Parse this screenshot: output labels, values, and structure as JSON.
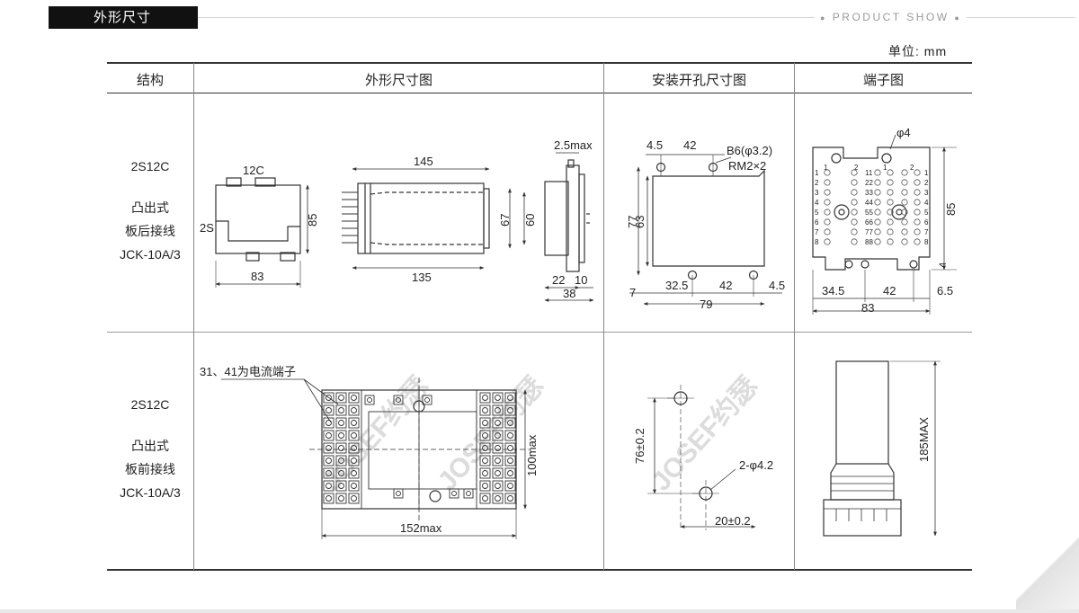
{
  "header": {
    "section_title": "外形尺寸",
    "product_show": "PRODUCT SHOW"
  },
  "unit_label": "单位:  mm",
  "table": {
    "columns": [
      "结构",
      "外形尺寸图",
      "安装开孔尺寸图",
      "端子图"
    ],
    "rows": [
      {
        "model": "2S12C",
        "mount": "凸出式",
        "wiring": "板后接线",
        "code": "JCK-10A/3"
      },
      {
        "model": "2S12C",
        "mount": "凸出式",
        "wiring": "板前接线",
        "code": "JCK-10A/3"
      }
    ]
  },
  "drawings": {
    "row1_outline": {
      "front_top_label": "12C",
      "front_side_label": "2S",
      "front_height": "85",
      "front_width": "83",
      "side_top_len": "145",
      "side_bottom_len": "135",
      "side_height_a": "67",
      "side_height_b": "60",
      "end_top": "2.5max",
      "end_b1": "22",
      "end_b2": "10",
      "end_b3": "38"
    },
    "row1_cutout": {
      "d1": "4.5",
      "d2": "42",
      "hole_note1": "B6(φ3.2)",
      "hole_note2": "RM2×2",
      "h_outer": "77",
      "h_inner": "63",
      "b_left": "7",
      "b1": "32.5",
      "b2": "42",
      "b3": "4.5",
      "b_total": "79"
    },
    "row1_terminal": {
      "phi": "φ4",
      "height": "85",
      "d_right": "4",
      "b1": "34.5",
      "b2": "42",
      "b3": "6.5",
      "b_total": "83",
      "left_nums": [
        "1",
        "2",
        "3",
        "4",
        "5",
        "6",
        "7",
        "8"
      ],
      "right_nums": [
        "1",
        "2",
        "3",
        "4",
        "5",
        "6",
        "7",
        "8"
      ],
      "top_nums": [
        "1",
        "2",
        "1",
        "2"
      ],
      "mid_pairs": [
        "11",
        "22",
        "33",
        "44",
        "55",
        "66",
        "77",
        "88"
      ]
    },
    "row2_outline": {
      "note": "31、41为电流端子",
      "width": "152max",
      "height": "100max"
    },
    "row2_cutout": {
      "h": "76±0.2",
      "holes": "2-φ4.2",
      "w": "20±0.2"
    },
    "row2_terminal": {
      "height": "185MAX"
    },
    "watermarks": [
      "JOSEF约瑟",
      "JOSEF约瑟",
      "JOSEF约瑟"
    ]
  },
  "colors": {
    "line": "#333333",
    "tab_bg": "#111111",
    "watermark": "#d9d9d9"
  }
}
